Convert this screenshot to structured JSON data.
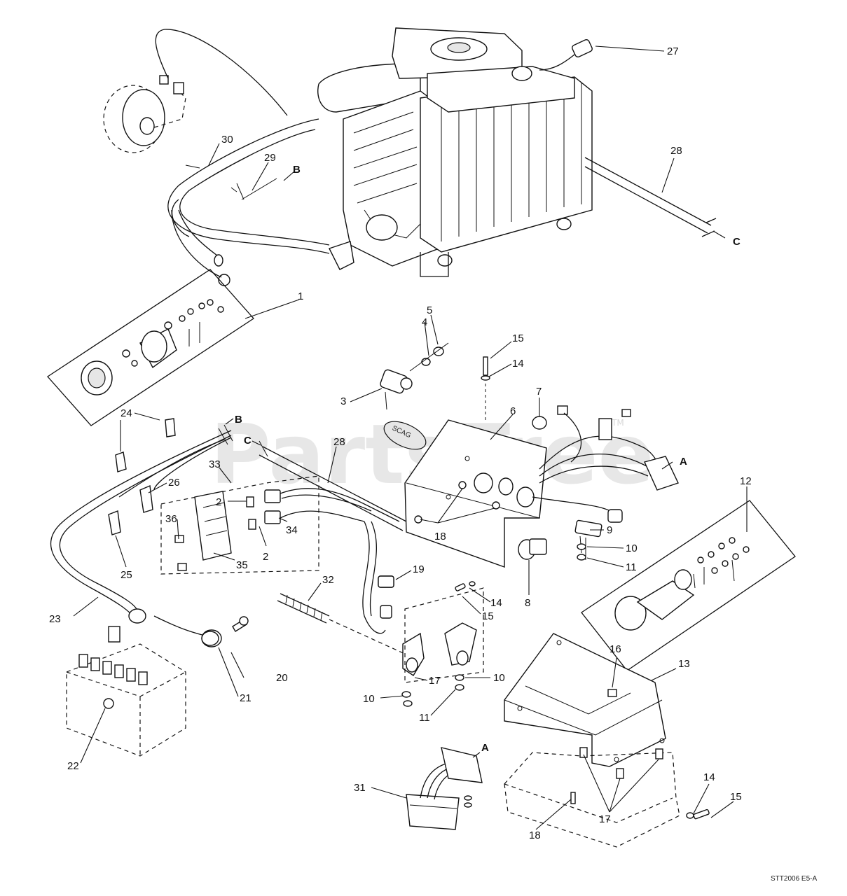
{
  "watermark": {
    "text": "PartsTree",
    "tm": "TM"
  },
  "drawing_code": "STT2006 E5-A",
  "brand_label": "SCAG",
  "callouts": {
    "c1": "1",
    "c2a": "2",
    "c2b": "2",
    "c3": "3",
    "c4": "4",
    "c5": "5",
    "c6": "6",
    "c7": "7",
    "c8": "8",
    "c9": "9",
    "c10a": "10",
    "c10b": "10",
    "c10c": "10",
    "c11a": "11",
    "c11b": "11",
    "c12": "12",
    "c13": "13",
    "c14a": "14",
    "c14b": "14",
    "c14c": "14",
    "c15a": "15",
    "c15b": "15",
    "c15c": "15",
    "c16": "16",
    "c17a": "17",
    "c17b": "17",
    "c18a": "18",
    "c18b": "18",
    "c19": "19",
    "c20": "20",
    "c21": "21",
    "c22": "22",
    "c23": "23",
    "c24": "24",
    "c25": "25",
    "c26": "26",
    "c27": "27",
    "c28a": "28",
    "c28b": "28",
    "c29": "29",
    "c30": "30",
    "c31": "31",
    "c32": "32",
    "c33": "33",
    "c34": "34",
    "c35": "35",
    "c36": "36"
  },
  "refs": {
    "b_top": "B",
    "b_mid": "B",
    "c_top": "C",
    "c_mid": "C",
    "a_right": "A",
    "a_bottom": "A"
  }
}
